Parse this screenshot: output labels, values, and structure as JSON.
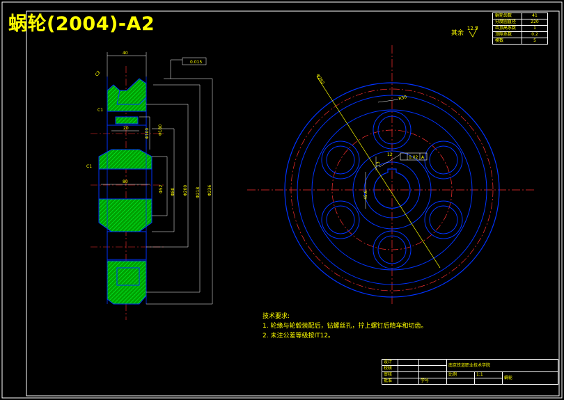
{
  "title": "蜗轮(2004)-A2",
  "roughness": {
    "label": "其余",
    "value": "12.5"
  },
  "params": [
    {
      "label": "蜗轮齿数",
      "value": "41"
    },
    {
      "label": "分度圆直径",
      "value": "220"
    },
    {
      "label": "齿顶高系数",
      "value": "1"
    },
    {
      "label": "顶隙系数",
      "value": "0.2"
    },
    {
      "label": "模数",
      "value": "5"
    }
  ],
  "tech_requirements": {
    "heading": "技术要求:",
    "items": [
      "1. 轮缘与轮毂装配后，钻螺丝孔，拧上螺钉后精车和切齿。",
      "2. 未注公差等级按IT12。"
    ]
  },
  "title_block": {
    "design": "设计",
    "check": "校核",
    "review": "审核",
    "approve": "批准",
    "school": "学号",
    "description": "南京铁道职业技术学院",
    "scale_label": "比例",
    "scale": "1:1",
    "part_name": "蜗轮"
  },
  "dimensions": {
    "width_40": "40",
    "tol": "0.015",
    "c2": "C2",
    "c1a": "C1",
    "c1b": "C1",
    "d20": "20",
    "d80": "80",
    "phi100": "Φ100",
    "phi180": "Φ180",
    "phi52": "Φ52",
    "phi80": "Φ80",
    "phi200": "Φ200",
    "phi218": "Φ218",
    "phi236": "Φ236",
    "pcd": "Φ292",
    "key_12": "12",
    "key_tol": "0.02",
    "key_ref": "A",
    "bore": "45.6",
    "r13": "13",
    "hole_radius": "R30"
  }
}
